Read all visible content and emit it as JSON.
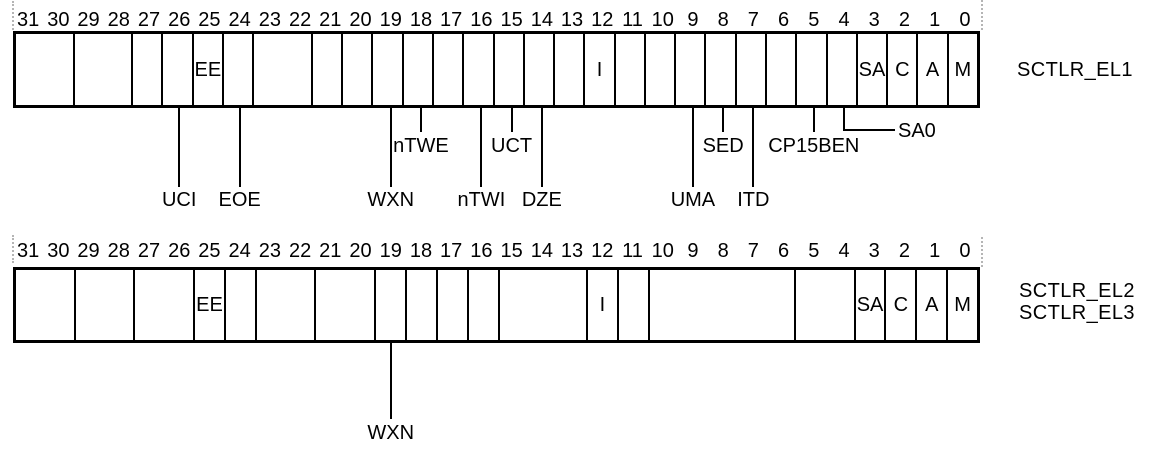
{
  "figure": {
    "bit_numbers": [
      "31",
      "30",
      "29",
      "28",
      "27",
      "26",
      "25",
      "24",
      "23",
      "22",
      "21",
      "20",
      "19",
      "18",
      "17",
      "16",
      "15",
      "14",
      "13",
      "12",
      "11",
      "10",
      "9",
      "8",
      "7",
      "6",
      "5",
      "4",
      "3",
      "2",
      "1",
      "0"
    ],
    "line_color": "#000000",
    "background_color": "#ffffff",
    "registers": [
      {
        "name_lines": [
          "SCTLR_EL1"
        ],
        "cells": [
          {
            "bits": "31:30",
            "span": 2,
            "label": ""
          },
          {
            "bits": "29:28",
            "span": 2,
            "label": ""
          },
          {
            "bits": "27",
            "span": 1,
            "label": ""
          },
          {
            "bits": "26",
            "span": 1,
            "label": ""
          },
          {
            "bits": "25",
            "span": 1,
            "label": "EE"
          },
          {
            "bits": "24",
            "span": 1,
            "label": ""
          },
          {
            "bits": "23:22",
            "span": 2,
            "label": ""
          },
          {
            "bits": "21",
            "span": 1,
            "label": ""
          },
          {
            "bits": "20",
            "span": 1,
            "label": ""
          },
          {
            "bits": "19",
            "span": 1,
            "label": ""
          },
          {
            "bits": "18",
            "span": 1,
            "label": ""
          },
          {
            "bits": "17",
            "span": 1,
            "label": ""
          },
          {
            "bits": "16",
            "span": 1,
            "label": ""
          },
          {
            "bits": "15",
            "span": 1,
            "label": ""
          },
          {
            "bits": "14",
            "span": 1,
            "label": ""
          },
          {
            "bits": "13",
            "span": 1,
            "label": ""
          },
          {
            "bits": "12",
            "span": 1,
            "label": "I"
          },
          {
            "bits": "11",
            "span": 1,
            "label": ""
          },
          {
            "bits": "10",
            "span": 1,
            "label": ""
          },
          {
            "bits": "9",
            "span": 1,
            "label": ""
          },
          {
            "bits": "8",
            "span": 1,
            "label": ""
          },
          {
            "bits": "7",
            "span": 1,
            "label": ""
          },
          {
            "bits": "6",
            "span": 1,
            "label": ""
          },
          {
            "bits": "5",
            "span": 1,
            "label": ""
          },
          {
            "bits": "4",
            "span": 1,
            "label": ""
          },
          {
            "bits": "3",
            "span": 1,
            "label": "SA"
          },
          {
            "bits": "2",
            "span": 1,
            "label": "C"
          },
          {
            "bits": "1",
            "span": 1,
            "label": "A"
          },
          {
            "bits": "0",
            "span": 1,
            "label": "M"
          }
        ],
        "callouts": [
          {
            "bit": 26,
            "label": "UCI",
            "tier": "low"
          },
          {
            "bit": 24,
            "label": "EOE",
            "tier": "low"
          },
          {
            "bit": 19,
            "label": "WXN",
            "tier": "low"
          },
          {
            "bit": 18,
            "label": "nTWE",
            "tier": "high"
          },
          {
            "bit": 16,
            "label": "nTWI",
            "tier": "low"
          },
          {
            "bit": 15,
            "label": "UCT",
            "tier": "high"
          },
          {
            "bit": 14,
            "label": "DZE",
            "tier": "low"
          },
          {
            "bit": 9,
            "label": "UMA",
            "tier": "low"
          },
          {
            "bit": 8,
            "label": "SED",
            "tier": "high"
          },
          {
            "bit": 7,
            "label": "ITD",
            "tier": "low"
          },
          {
            "bit": 5,
            "label": "CP15BEN",
            "tier": "high"
          },
          {
            "bit": 4,
            "label": "SA0",
            "tier": "elbow"
          }
        ]
      },
      {
        "name_lines": [
          "SCTLR_EL2",
          "SCTLR_EL3"
        ],
        "cells": [
          {
            "bits": "31:30",
            "span": 2,
            "label": ""
          },
          {
            "bits": "29:28",
            "span": 2,
            "label": ""
          },
          {
            "bits": "27:26",
            "span": 2,
            "label": ""
          },
          {
            "bits": "25",
            "span": 1,
            "label": "EE"
          },
          {
            "bits": "24",
            "span": 1,
            "label": ""
          },
          {
            "bits": "23:22",
            "span": 2,
            "label": ""
          },
          {
            "bits": "21:20",
            "span": 2,
            "label": ""
          },
          {
            "bits": "19",
            "span": 1,
            "label": ""
          },
          {
            "bits": "18",
            "span": 1,
            "label": ""
          },
          {
            "bits": "17",
            "span": 1,
            "label": ""
          },
          {
            "bits": "16",
            "span": 1,
            "label": ""
          },
          {
            "bits": "15:13",
            "span": 3,
            "label": ""
          },
          {
            "bits": "12",
            "span": 1,
            "label": "I"
          },
          {
            "bits": "11",
            "span": 1,
            "label": ""
          },
          {
            "bits": "10:6",
            "span": 5,
            "label": ""
          },
          {
            "bits": "5:4",
            "span": 2,
            "label": ""
          },
          {
            "bits": "3",
            "span": 1,
            "label": "SA"
          },
          {
            "bits": "2",
            "span": 1,
            "label": "C"
          },
          {
            "bits": "1",
            "span": 1,
            "label": "A"
          },
          {
            "bits": "0",
            "span": 1,
            "label": "M"
          }
        ],
        "callouts": [
          {
            "bit": 19,
            "label": "WXN",
            "tier": "low"
          }
        ]
      }
    ]
  }
}
